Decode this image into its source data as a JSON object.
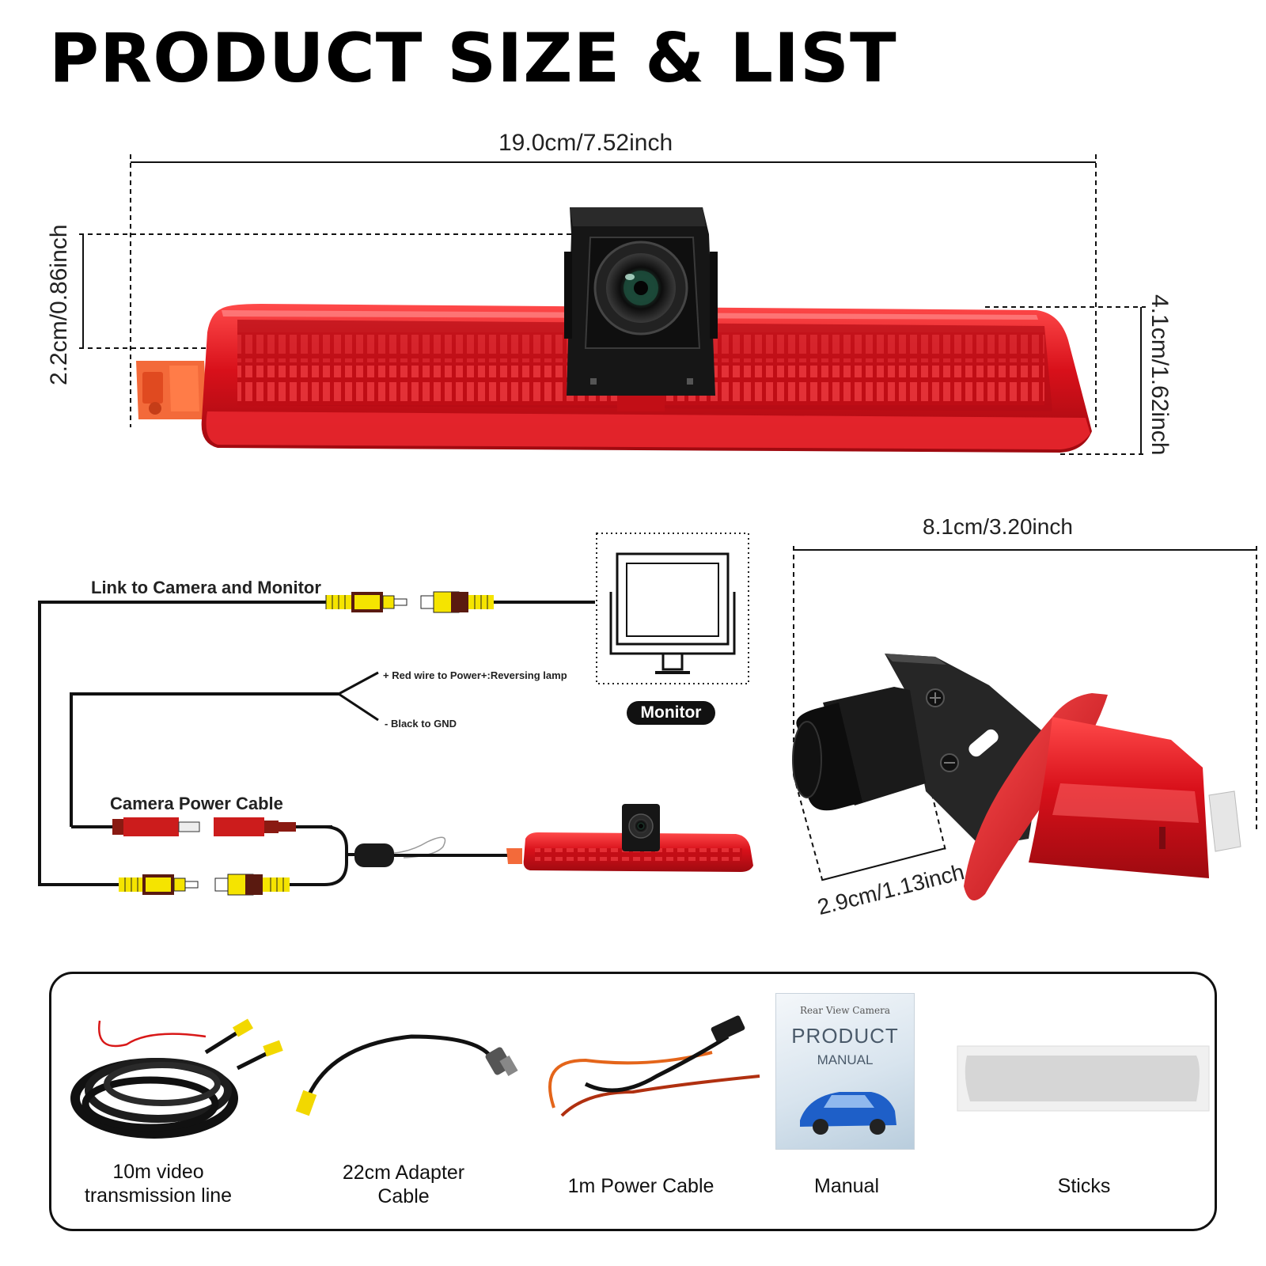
{
  "title": "PRODUCT SIZE & LIST",
  "dimensions": {
    "length": "19.0cm/7.52inch",
    "camera_height": "2.2cm/0.86inch",
    "total_height": "4.1cm/1.62inch",
    "depth": "8.1cm/3.20inch",
    "camera_depth": "2.9cm/1.13inch"
  },
  "wiring": {
    "link_label": "Link to Camera and Monitor",
    "red_wire_label": "+ Red wire to Power+:Reversing lamp",
    "black_wire_label": "- Black to GND",
    "monitor_label": "Monitor",
    "power_cable_label": "Camera Power Cable"
  },
  "manual_cover": {
    "line1": "Rear View Camera",
    "line2": "PRODUCT",
    "line3": "MANUAL"
  },
  "package_list": [
    {
      "label_line1": "10m video",
      "label_line2": "transmission line",
      "icon": "video-cable-coil-icon"
    },
    {
      "label_line1": "22cm Adapter",
      "label_line2": "Cable",
      "icon": "adapter-cable-icon"
    },
    {
      "label_line1": "1m Power Cable",
      "label_line2": "",
      "icon": "power-cable-icon"
    },
    {
      "label_line1": "Manual",
      "label_line2": "",
      "icon": "manual-icon"
    },
    {
      "label_line1": "Sticks",
      "label_line2": "",
      "icon": "sticker-pad-icon"
    }
  ],
  "colors": {
    "lamp_red": "#e0141c",
    "camera_black": "#141414",
    "rca_yellow": "#f5e400",
    "rca_brown": "#5a1a10"
  }
}
